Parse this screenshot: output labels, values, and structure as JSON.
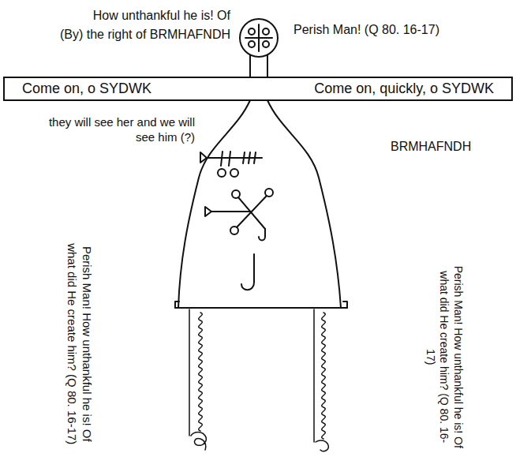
{
  "diagram": {
    "nodes": [
      {
        "text": [
          "Come on, o SYDWK",
          "Come on, quickly, o SYDWK"
        ]
      }
    ],
    "labels": [
      "How unthankful he is! Of",
      "(By) the right of BRMHAFNDH",
      "Perish Man! (Q 80. 16-17)",
      "they will see her and we will see him (?)",
      "BRMHAFNDH",
      "Perish Man! How unthankful he is! Of what did He create him? (Q 80. 16-17)",
      "Perish Man! How unthankful he is! Of what did He create him? (Q 80. 16-17)"
    ]
  }
}
